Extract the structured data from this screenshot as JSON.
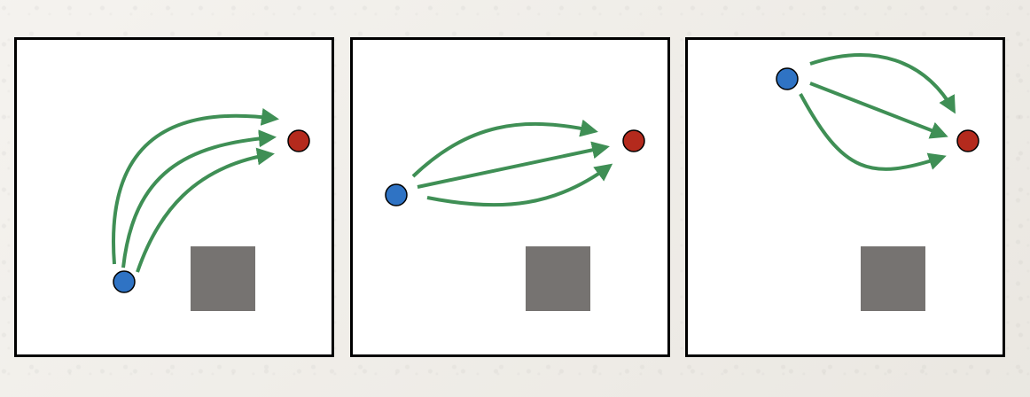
{
  "colors": {
    "start_node": "#2f73c4",
    "goal_node": "#b42a1d",
    "obstacle": "#767371",
    "path_arrow": "#3f8f55",
    "panel_border": "#000000",
    "panel_background": "#ffffff"
  },
  "panels": [
    {
      "paths": 3
    },
    {
      "paths": 3
    },
    {
      "paths": 3
    }
  ]
}
